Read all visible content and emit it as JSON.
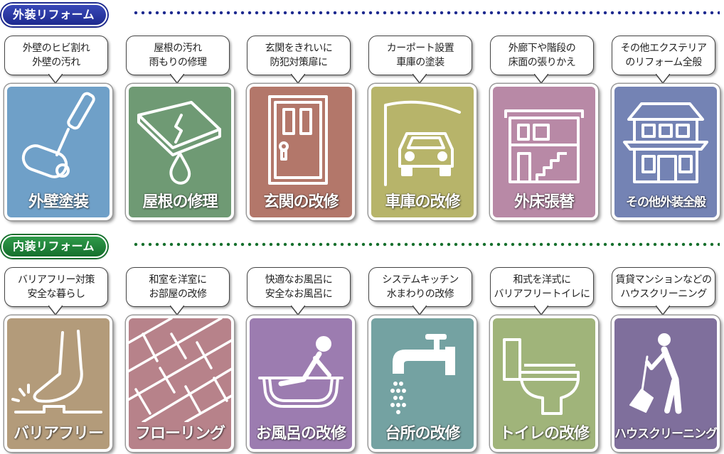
{
  "sections": [
    {
      "title": "外装リフォーム",
      "cards": [
        {
          "bubble1": "外壁のヒビ割れ",
          "bubble2": "外壁の汚れ",
          "label": "外壁塗装",
          "icon": "paint-roller-icon",
          "color": "#6fa0c8"
        },
        {
          "bubble1": "屋根の汚れ",
          "bubble2": "雨もりの修理",
          "label": "屋根の修理",
          "icon": "roof-leak-icon",
          "color": "#6f9a74"
        },
        {
          "bubble1": "玄関をきれいに",
          "bubble2": "防犯対策扉に",
          "label": "玄関の改修",
          "icon": "door-icon",
          "color": "#b3776a"
        },
        {
          "bubble1": "カーポート設置",
          "bubble2": "車庫の塗装",
          "label": "車庫の改修",
          "icon": "carport-icon",
          "color": "#b7b46a"
        },
        {
          "bubble1": "外廊下や階段の",
          "bubble2": "床面の張りかえ",
          "label": "外床張替",
          "icon": "building-stairs-icon",
          "color": "#b889a6"
        },
        {
          "bubble1": "その他エクステリア",
          "bubble2": "のリフォーム全般",
          "label": "その他外装全般",
          "icon": "house-icon",
          "color": "#7483b4"
        }
      ]
    },
    {
      "title": "内装リフォーム",
      "cards": [
        {
          "bubble1": "バリアフリー対策",
          "bubble2": "安全な暮らし",
          "label": "バリアフリー",
          "icon": "foot-step-icon",
          "color": "#b39b7a"
        },
        {
          "bubble1": "和室を洋室に",
          "bubble2": "お部屋の改修",
          "label": "フローリング",
          "icon": "flooring-icon",
          "color": "#b7828a"
        },
        {
          "bubble1": "快適なお風呂に",
          "bubble2": "安全なお風呂に",
          "label": "お風呂の改修",
          "icon": "bathtub-icon",
          "color": "#9c7cb0"
        },
        {
          "bubble1": "システムキッチン",
          "bubble2": "水まわりの改修",
          "label": "台所の改修",
          "icon": "faucet-icon",
          "color": "#74a2a2"
        },
        {
          "bubble1": "和式を洋式に",
          "bubble2": "バリアフリートイレに",
          "label": "トイレの改修",
          "icon": "toilet-icon",
          "color": "#a0b47a"
        },
        {
          "bubble1": "賃貸マンションなどの",
          "bubble2": "ハウスクリーニング",
          "label": "ハウスクリーニング",
          "icon": "cleaning-person-icon",
          "color": "#7f6f9c"
        }
      ]
    }
  ]
}
